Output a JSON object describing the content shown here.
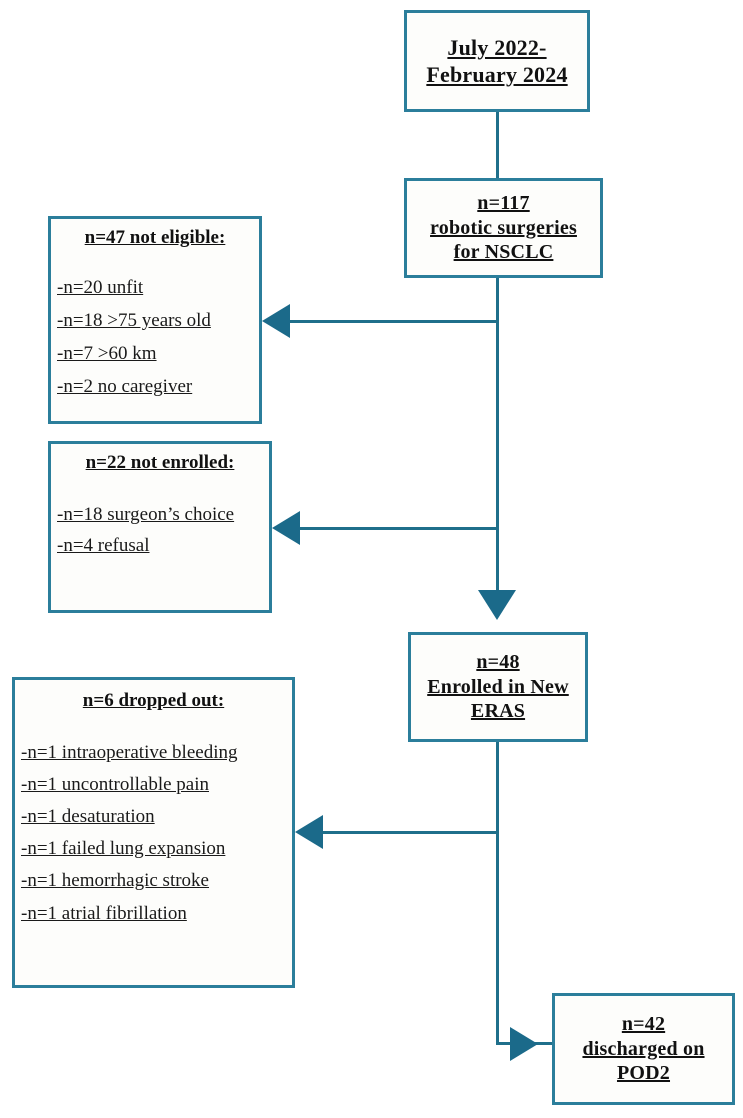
{
  "diagram": {
    "title": "CONSORT-style patient flow diagram for robotic NSCLC surgery ERAS protocol",
    "accent_color": "#2b7e9b",
    "line_color": "#1f6f8b",
    "background": "#ffffff"
  },
  "boxes": {
    "dates": {
      "lines": [
        "July 2022-",
        "February 2024"
      ]
    },
    "surgeries": {
      "lines": [
        "n=117",
        "robotic surgeries",
        "for NSCLC"
      ]
    },
    "not_eligible": {
      "header": "n=47 not eligible:",
      "items": [
        "-n=20 unfit",
        "-n=18 >75 years old",
        "-n=7 >60 km",
        "-n=2 no caregiver"
      ]
    },
    "not_enrolled": {
      "header": "n=22 not enrolled:",
      "items": [
        "-n=18 surgeon’s choice",
        "-n=4 refusal"
      ]
    },
    "enrolled": {
      "lines": [
        "n=48",
        "Enrolled in New",
        "ERAS"
      ]
    },
    "dropped_out": {
      "header": "n=6 dropped out:",
      "items": [
        "-n=1 intraoperative bleeding",
        "-n=1 uncontrollable pain",
        "-n=1 desaturation",
        "-n=1 failed lung expansion",
        "-n=1 hemorrhagic stroke",
        "-n=1 atrial fibrillation"
      ]
    },
    "discharged": {
      "lines": [
        "n=42",
        "discharged on",
        "POD2"
      ]
    }
  }
}
